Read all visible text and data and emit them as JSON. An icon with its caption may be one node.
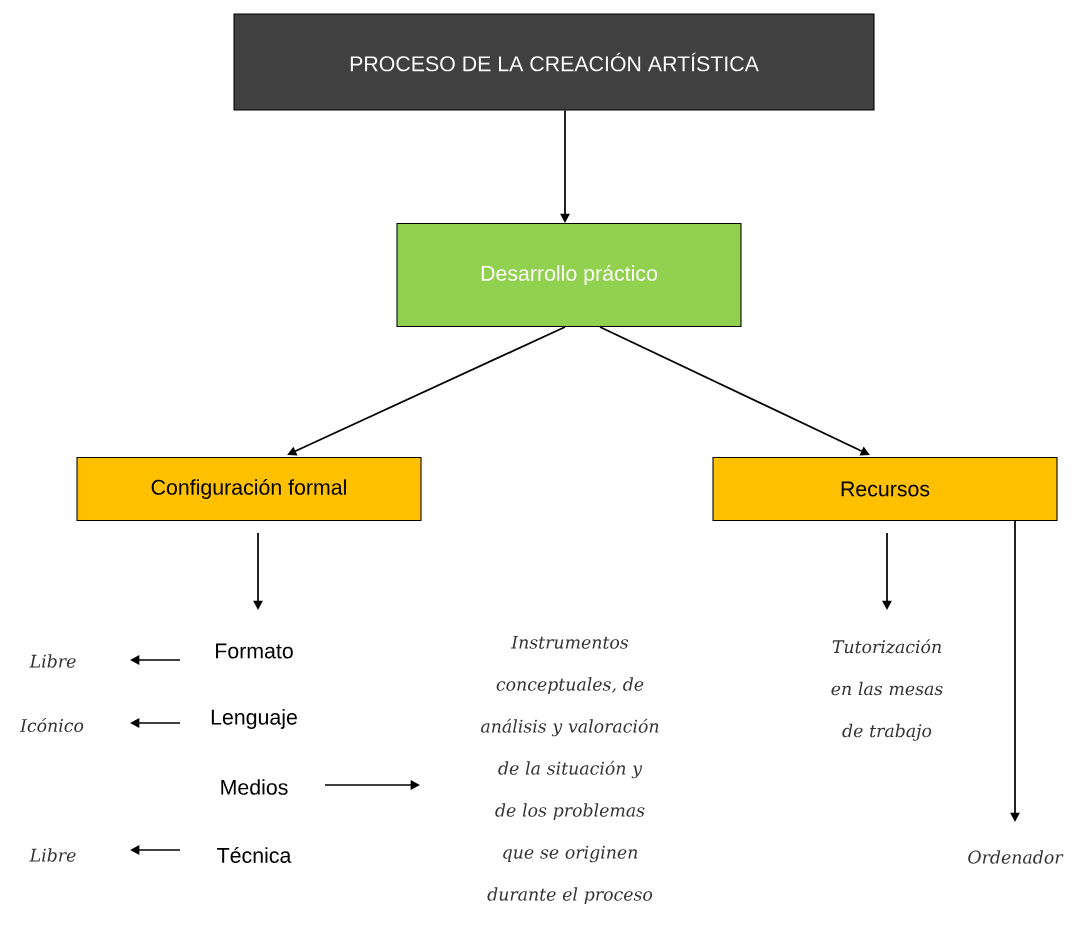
{
  "diagram": {
    "nodes": [
      {
        "text": [
          "PROCESO DE LA CREACIÓN ARTÍSTICA"
        ]
      },
      {
        "text": [
          "Desarrollo práctico"
        ]
      },
      {
        "text": [
          "Configuración formal"
        ]
      },
      {
        "text": [
          "Recursos"
        ]
      },
      {
        "text": [
          "Formato"
        ]
      },
      {
        "text": [
          "Lenguaje"
        ]
      },
      {
        "text": [
          "Medios"
        ]
      },
      {
        "text": [
          "Técnica"
        ]
      },
      {
        "text": [
          "Libre"
        ]
      },
      {
        "text": [
          "Icónico"
        ]
      },
      {
        "text": [
          "Libre"
        ]
      },
      {
        "text": [
          "Instrumentos conceptuales, de análisis y valoración de la situación y de los problemas que se originen durante el proceso"
        ]
      },
      {
        "text": [
          "Tutorización en las mesas de trabajo"
        ]
      },
      {
        "text": [
          "Ordenador"
        ]
      }
    ],
    "edges": [
      {
        "from": 0,
        "to": 1,
        "arrow": "to"
      },
      {
        "from": 1,
        "to": 2,
        "arrow": "to"
      },
      {
        "from": 1,
        "to": 3,
        "arrow": "to"
      },
      {
        "from": 2,
        "to": 4,
        "arrow": "to"
      },
      {
        "from": 4,
        "to": 8,
        "arrow": "to"
      },
      {
        "from": 5,
        "to": 9,
        "arrow": "to"
      },
      {
        "from": 6,
        "to": 11,
        "arrow": "to"
      },
      {
        "from": 7,
        "to": 10,
        "arrow": "to"
      },
      {
        "from": 3,
        "to": 12,
        "arrow": "to"
      },
      {
        "from": 3,
        "to": 13,
        "arrow": "to"
      }
    ]
  }
}
